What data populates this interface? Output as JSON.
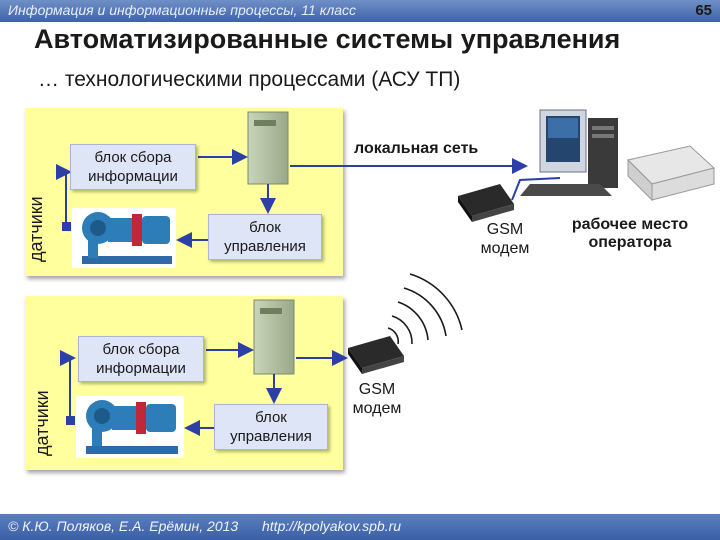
{
  "header": {
    "course": "Информация и информационные процессы, 11 класс",
    "page_number": "65"
  },
  "slide": {
    "title": "Автоматизированные системы управления",
    "subtitle": "… технологическими процессами (АСУ ТП)"
  },
  "panel_top": {
    "sensors_label": "датчики",
    "collect_label": "блок сбора\nинформации",
    "control_label": "блок\nуправления"
  },
  "panel_bottom": {
    "sensors_label": "датчики",
    "collect_label": "блок сбора\nинформации",
    "control_label": "блок\nуправления"
  },
  "network": {
    "local_network_label": "локальная сеть",
    "gsm_modem_label_1": "GSM\nмодем",
    "gsm_modem_label_2": "GSM\nмодем",
    "operator_label": "рабочее место\nоператора"
  },
  "footer": {
    "copyright": "© К.Ю. Поляков, Е.А. Ерёмин, 2013",
    "url": "http://kpolyakov.spb.ru"
  },
  "colors": {
    "panel": "#ffff9e",
    "box": "#dde5f7",
    "arrow": "#2b3fa6",
    "bar": "#3d63a8"
  }
}
